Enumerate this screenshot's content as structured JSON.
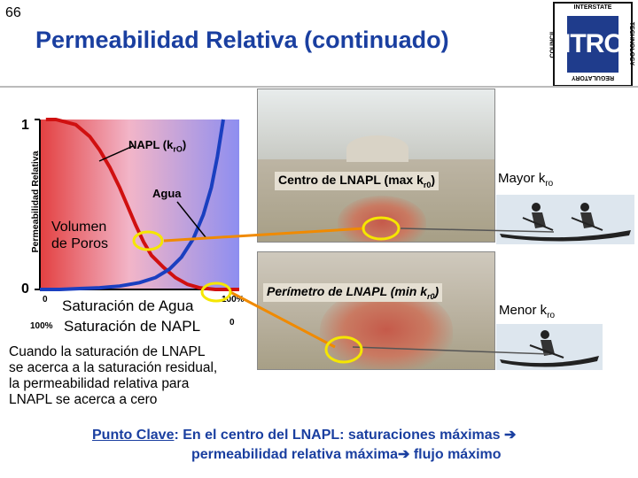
{
  "slide_number": "66",
  "title": "Permeabilidad Relativa (continuado)",
  "logo": {
    "top": "INTERSTATE",
    "left": "COUNCIL",
    "right": "TECHNOLOGY",
    "bottom": "REGULATORY",
    "mark": "ITRC"
  },
  "chart_data": {
    "type": "line",
    "ylabel": "Permeabilidad Relativa",
    "y_tick_labels": [
      "1",
      "0"
    ],
    "ylim": [
      0,
      1
    ],
    "xlim": [
      0,
      100
    ],
    "x_axis_1": {
      "label": "Saturación de Agua",
      "start": "0",
      "end": "100%"
    },
    "x_axis_2": {
      "label": "Saturación de NAPL",
      "start": "100%",
      "end": "0"
    },
    "series": [
      {
        "name": "NAPL (k",
        "name_sub": "rO",
        "name_close": ")",
        "color": "#d01010",
        "points": [
          [
            3,
            1.0
          ],
          [
            8,
            1.0
          ],
          [
            18,
            0.97
          ],
          [
            25,
            0.9
          ],
          [
            30,
            0.82
          ],
          [
            35,
            0.72
          ],
          [
            40,
            0.6
          ],
          [
            44,
            0.49
          ],
          [
            48,
            0.38
          ],
          [
            52,
            0.28
          ],
          [
            56,
            0.2
          ],
          [
            62,
            0.13
          ],
          [
            68,
            0.07
          ],
          [
            74,
            0.03
          ],
          [
            80,
            0.01
          ],
          [
            88,
            0.0
          ],
          [
            100,
            0.0
          ]
        ]
      },
      {
        "name": "Agua",
        "color": "#1a3fc0",
        "points": [
          [
            0,
            0.0
          ],
          [
            10,
            0.0
          ],
          [
            20,
            0.005
          ],
          [
            30,
            0.01
          ],
          [
            40,
            0.02
          ],
          [
            50,
            0.04
          ],
          [
            58,
            0.07
          ],
          [
            65,
            0.12
          ],
          [
            71,
            0.19
          ],
          [
            77,
            0.3
          ],
          [
            82,
            0.44
          ],
          [
            86,
            0.6
          ],
          [
            89,
            0.78
          ],
          [
            92,
            1.0
          ]
        ]
      }
    ],
    "annotations": {
      "volume_label": [
        "Volumen",
        "de Poros"
      ]
    },
    "grid": false
  },
  "photo_labels": {
    "center_prefix": "Centro de LNAPL (max k",
    "center_sub": "r0",
    "center_suffix": ")",
    "perimeter_prefix": "Perímetro de LNAPL (min k",
    "perimeter_sub": "r0",
    "perimeter_suffix": ")",
    "mayor_prefix": "Mayor k",
    "mayor_sub": "ro",
    "menor_prefix": "Menor k",
    "menor_sub": "ro"
  },
  "explanation": [
    "Cuando la saturación de LNAPL",
    "se acerca a la saturación residual,",
    "la permeabilidad relativa para",
    "LNAPL se acerca a cero"
  ],
  "key_point": {
    "label": "Punto Clave",
    "line1": ":  En el centro del LNAPL: saturaciones máximas ",
    "line2": "permeabilidad relativa máxima",
    "line2_b": " flujo máximo"
  },
  "colors": {
    "title": "#1a3fa0",
    "napl_curve": "#d01010",
    "water_curve": "#1a3fc0",
    "connector": "#f08a00",
    "highlight": "#f5e600"
  }
}
